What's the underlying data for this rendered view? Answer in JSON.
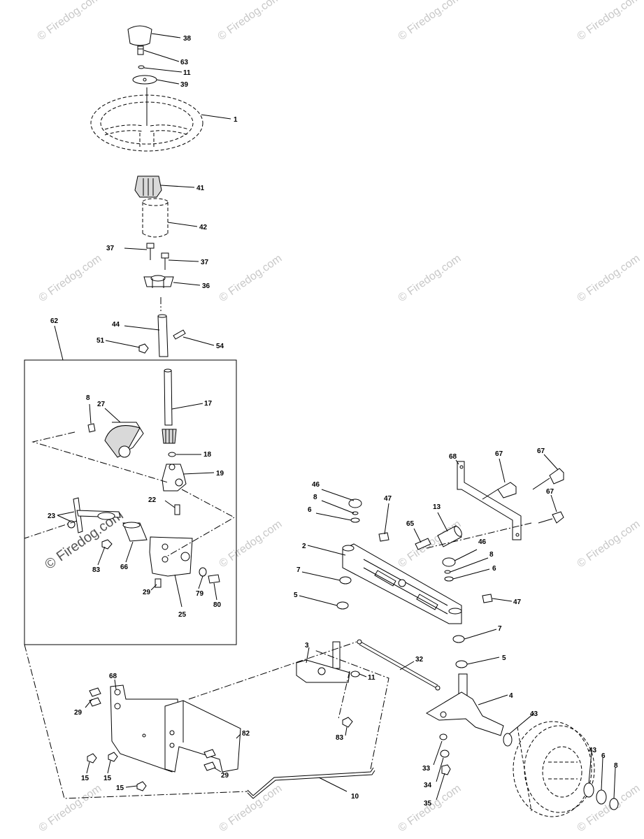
{
  "watermark": {
    "text": "© Firedog.com",
    "color": "#c8c8c8"
  },
  "callouts": {
    "c38": "38",
    "c63": "63",
    "c11a": "11",
    "c39": "39",
    "c1": "1",
    "c41": "41",
    "c42": "42",
    "c37a": "37",
    "c37b": "37",
    "c36": "36",
    "c44": "44",
    "c54": "54",
    "c51": "51",
    "c62": "62",
    "c8a": "8",
    "c27": "27",
    "c17": "17",
    "c18": "18",
    "c19": "19",
    "c22": "22",
    "c23": "23",
    "c83a": "83",
    "c66": "66",
    "c29a": "29",
    "c79": "79",
    "c80": "80",
    "c25": "25",
    "c68a": "68",
    "c67a": "67",
    "c67b": "67",
    "c67c": "67",
    "c46a": "46",
    "c8b": "8",
    "c6a": "6",
    "c47a": "47",
    "c13": "13",
    "c65": "65",
    "c2": "2",
    "c46b": "46",
    "c8c": "8",
    "c6b": "6",
    "c7a": "7",
    "c5a": "5",
    "c47b": "47",
    "c7b": "7",
    "c5b": "5",
    "c3": "3",
    "c32": "32",
    "c11b": "11",
    "c4": "4",
    "c43a": "43",
    "c68b": "68",
    "c29b": "29",
    "c82": "82",
    "c83b": "83",
    "c33": "33",
    "c34": "34",
    "c35": "35",
    "c43b": "43",
    "c6c": "6",
    "c8d": "8",
    "c15a": "15",
    "c15b": "15",
    "c15c": "15",
    "c29c": "29",
    "c10": "10"
  }
}
